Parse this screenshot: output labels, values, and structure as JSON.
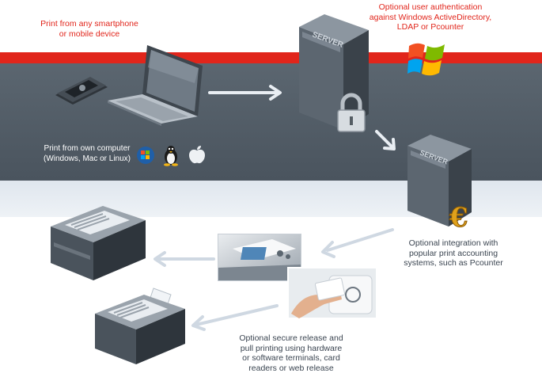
{
  "labels": {
    "mobile": "Print from any smartphone\nor mobile device",
    "auth": "Optional user authentication\nagainst Windows ActiveDirectory,\nLDAP or Pcounter",
    "computer": "Print from own computer\n(Windows, Mac or Linux)",
    "accounting": "Optional integration with\npopular print accounting\nsystems, such as Pcounter",
    "release": "Optional secure release and\npull printing using hardware\nor software terminals, card\nreaders or web release"
  },
  "servers": {
    "top_label": "SERVER",
    "bottom_label": "SERVER"
  },
  "icons": {
    "os": [
      "windows-logo-icon",
      "linux-penguin-icon",
      "apple-logo-icon"
    ],
    "auth": "windows-flag-icon",
    "security": "padlock-icon",
    "currency": "euro-coin-icon"
  },
  "colors": {
    "accent_red": "#e1251b",
    "band_dark": "#4f5a64",
    "band_light": "#e6ecf2",
    "arrow": "#cfd8e2"
  }
}
